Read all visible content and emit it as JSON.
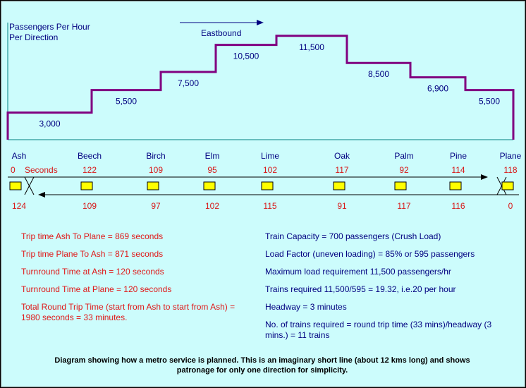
{
  "chart_data": {
    "type": "line",
    "step": true,
    "ylabel": "Passengers Per Hour Per Direction",
    "direction_label": "Eastbound",
    "segments": [
      {
        "from": "Ash",
        "to": "Beech",
        "value": 3000,
        "label": "3,000"
      },
      {
        "from": "Beech",
        "to": "Birch",
        "value": 5500,
        "label": "5,500"
      },
      {
        "from": "Birch",
        "to": "Elm",
        "value": 7500,
        "label": "7,500"
      },
      {
        "from": "Elm",
        "to": "Lime",
        "value": 10500,
        "label": "10,500"
      },
      {
        "from": "Lime",
        "to": "Oak",
        "value": 11500,
        "label": "11,500"
      },
      {
        "from": "Oak",
        "to": "Palm",
        "value": 8500,
        "label": "8,500"
      },
      {
        "from": "Palm",
        "to": "Pine",
        "value": 6900,
        "label": "6,900"
      },
      {
        "from": "Pine",
        "to": "Plane",
        "value": 5500,
        "label": "5,500"
      }
    ],
    "colors": {
      "line": "#800080",
      "axis": "#008080",
      "track": "#000000",
      "train": "#ffff00",
      "times": "#d81818",
      "text": "#000080"
    }
  },
  "stations": [
    "Ash",
    "Beech",
    "Birch",
    "Elm",
    "Lime",
    "Oak",
    "Palm",
    "Pine",
    "Plane"
  ],
  "eastbound_times": [
    "0",
    "122",
    "109",
    "95",
    "102",
    "117",
    "92",
    "114",
    "118"
  ],
  "eastbound_unit": "Seconds",
  "westbound_times": [
    "124",
    "109",
    "97",
    "102",
    "115",
    "91",
    "117",
    "116",
    "0"
  ],
  "notes_left": [
    "Trip time Ash To Plane = 869 seconds",
    "Trip time Plane To Ash = 871 seconds",
    "Turnround Time at Ash = 120 seconds",
    "Turnround Time at Plane = 120 seconds",
    "Total Round Trip Time (start from Ash to start from Ash) = 1980 seconds = 33 minutes."
  ],
  "notes_right": [
    "Train Capacity = 700 passengers (Crush Load)",
    "Load Factor (uneven loading) = 85% or 595 passengers",
    "Maximum load requirement 11,500 passengers/hr",
    "Trains required 11,500/595 = 19.32, i.e.20 per hour",
    "Headway = 3 minutes",
    "No. of trains required = round trip time (33 mins)/headway (3 mins.) = 11 trains"
  ],
  "caption": "Diagram showing how a metro service is planned.  This is an imaginary short line (about 12 kms long) and shows patronage for only one direction for simplicity."
}
